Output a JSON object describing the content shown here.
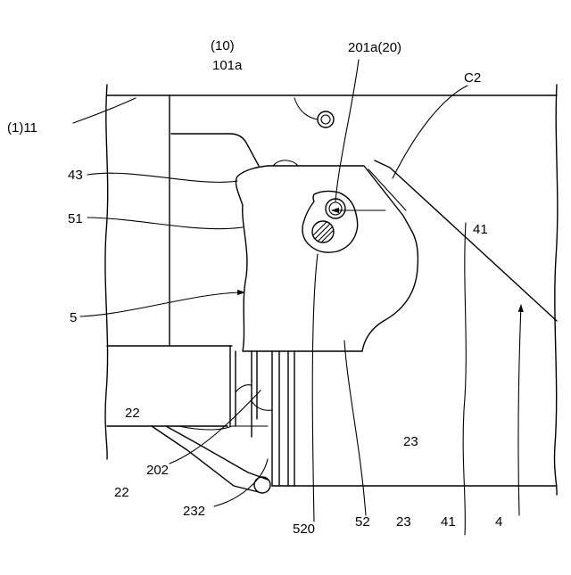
{
  "labels": {
    "ref_10": "(10)",
    "ref_101a": "101a",
    "ref_201a": "201a(20)",
    "ref_c2": "C2",
    "ref_1_11": "(1)11",
    "ref_43": "43",
    "ref_51": "51",
    "ref_5": "5",
    "ref_22": "22",
    "ref_202": "202",
    "ref_232": "232",
    "ref_520": "520",
    "ref_52": "52",
    "ref_23": "23",
    "ref_41": "41",
    "ref_4": "4"
  }
}
